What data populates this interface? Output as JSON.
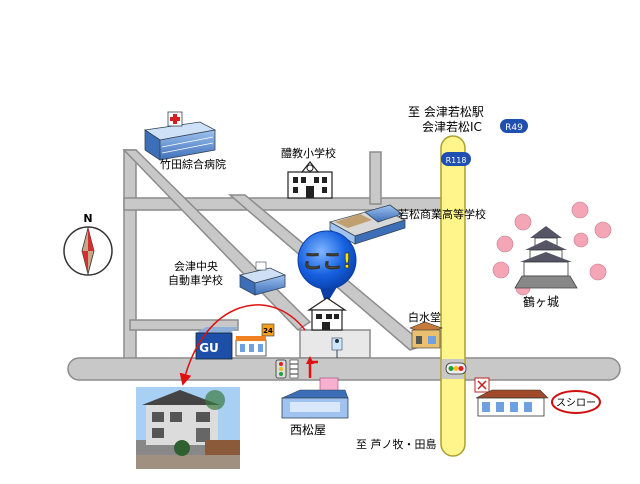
{
  "map": {
    "labels": {
      "destination_line1": "至 会津若松駅",
      "destination_line2": "会津若松IC",
      "takeda_hospital": "竹田綜合病院",
      "nisshin_elementary": "醴教小学校",
      "wakamatsu_commercial": "若松商業高等学校",
      "driving_school_line1": "会津中央",
      "driving_school_line2": "自動車学校",
      "shiramizudo": "白水堂",
      "tsurugajo": "鶴ヶ城",
      "nishimatsuya": "西松屋",
      "sushiro": "スシロー",
      "south_destination": "至 芦ノ牧・田島",
      "here_bubble": "ここ!",
      "gu_store": "GU",
      "store_24": "24"
    },
    "route_badges": {
      "r49": "R49",
      "r118": "R118"
    },
    "compass": {
      "north": "N"
    }
  }
}
